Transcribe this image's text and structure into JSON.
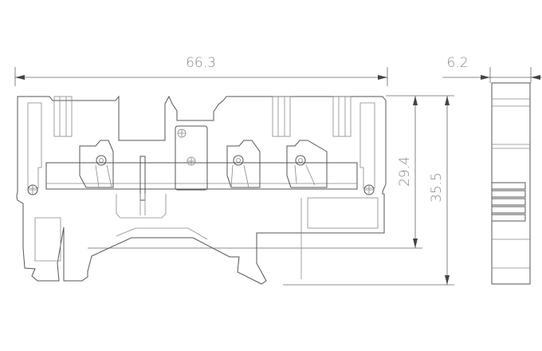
{
  "drawing": {
    "dimensions": {
      "width": "66.3",
      "thickness": "6.2",
      "height_to_rail": "29.4",
      "total_height": "35.5"
    },
    "colors": {
      "line": "#555555",
      "dimension_text": "#888888"
    }
  }
}
